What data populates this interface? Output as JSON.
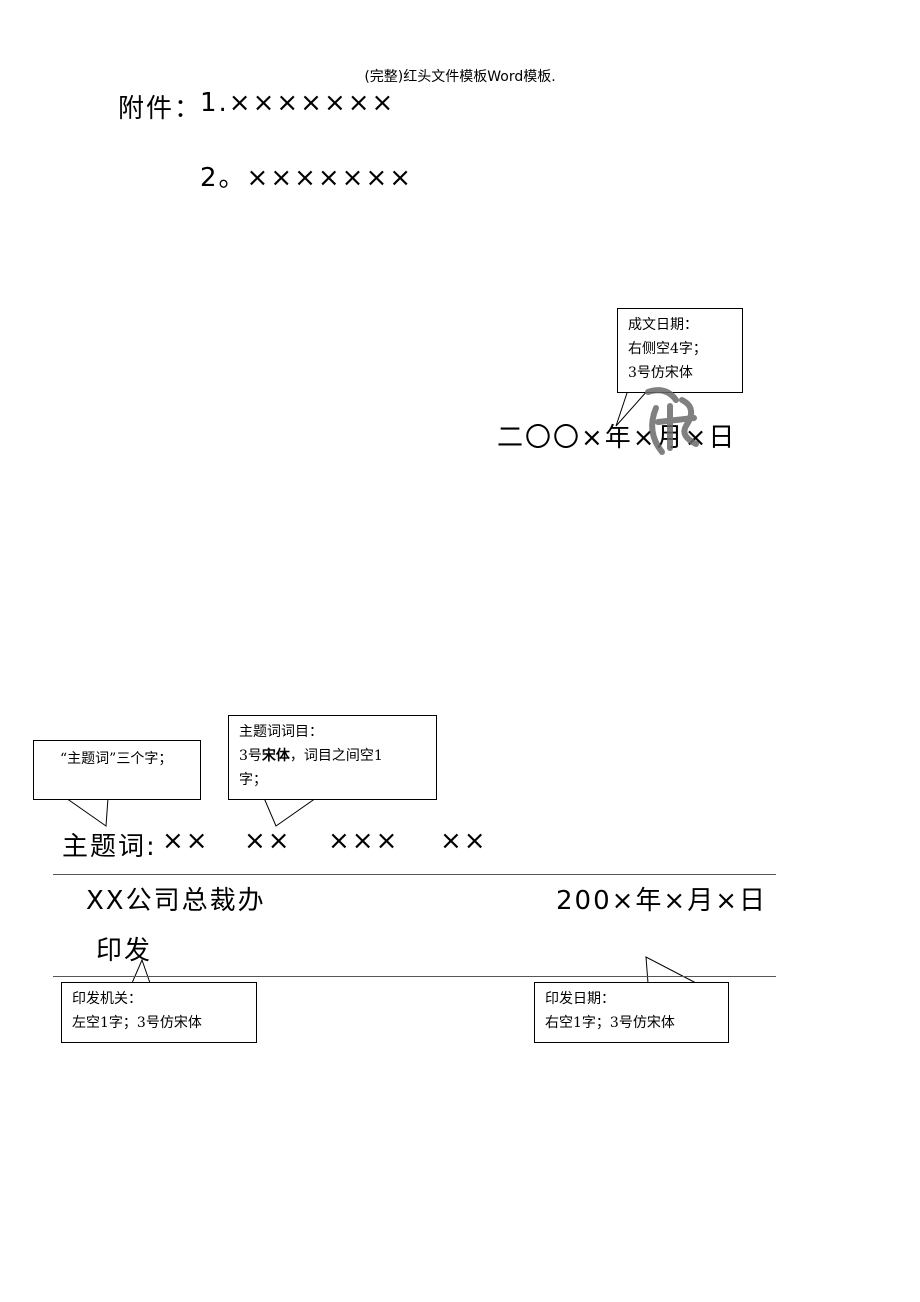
{
  "doc_title": "(完整)红头文件模板Word模板.",
  "attachments": {
    "label": "附件：",
    "item1": "1.×××××××",
    "item2": "2。×××××××"
  },
  "signature_date": "二〇〇×年×月×日",
  "seal_text": "南",
  "callouts": {
    "date": [
      "成文日期：",
      "右侧空4字；",
      "3号仿宋体"
    ],
    "subject_three": "“主题词”三个字；",
    "subject_items": {
      "line1": "主题词词目：",
      "line2_pre": "3号",
      "line2_bold": "宋体",
      "line2_post": "，词目之间空1",
      "line3": "字；"
    },
    "issuer": [
      "印发机关：",
      "左空1字；3号仿宋体"
    ],
    "issue_date": [
      "印发日期：",
      "右空1字；3号仿宋体"
    ]
  },
  "subject": {
    "label": "主题词:",
    "terms": [
      "××",
      "××",
      "×××",
      "××"
    ]
  },
  "footer": {
    "issuer": "XX公司总裁办",
    "issue_word": "印发",
    "date": "200×年×月×日"
  },
  "colors": {
    "text": "#000000",
    "seal": "#6a6a6a",
    "rule": "#555555"
  }
}
